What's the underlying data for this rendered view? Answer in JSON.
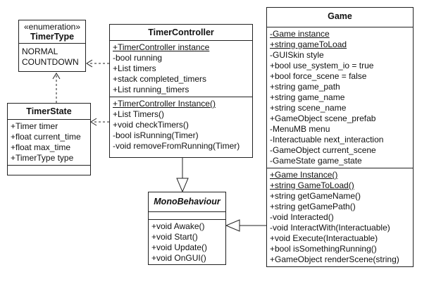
{
  "timer_type": {
    "stereotype": "«enumeration»",
    "name": "TimerType",
    "values": [
      "NORMAL",
      "COUNTDOWN"
    ]
  },
  "timer_state": {
    "name": "TimerState",
    "attributes": [
      "+Timer timer",
      "+float current_time",
      "+float max_time",
      "+TimerType type"
    ]
  },
  "timer_controller": {
    "name": "TimerController",
    "attributes": [
      "+TimerController instance",
      "-bool running",
      "+List timers",
      "+stack completed_timers",
      "+List running_timers"
    ],
    "methods": [
      "+TimerController Instance()",
      "+List Timers()",
      "+void checkTimers()",
      "-bool isRunning(Timer)",
      "-void removeFromRunning(Timer)"
    ]
  },
  "mono_behaviour": {
    "name": "MonoBehaviour",
    "methods": [
      "+void Awake()",
      "+void Start()",
      "+void Update()",
      "+void OnGUI()"
    ]
  },
  "game": {
    "name": "Game",
    "attributes": [
      "-Game instance",
      "+string gameToLoad",
      "-GUISkin style",
      "+bool use_system_io = true",
      "+bool force_scene = false",
      "+string game_path",
      "+string game_name",
      "+string scene_name",
      "+GameObject scene_prefab",
      "-MenuMB menu",
      "-Interactuable next_interaction",
      "-GameObject current_scene",
      "-GameState game_state"
    ],
    "methods": [
      "+Game Instance()",
      "+string GameToLoad()",
      "+string getGameName()",
      "+string getGamePath()",
      "-void Interacted()",
      "-void InteractWith(Interactuable)",
      "+void Execute(Interactuable)",
      "+bool isSomethingRunning()",
      "+GameObject renderScene(string)"
    ]
  }
}
